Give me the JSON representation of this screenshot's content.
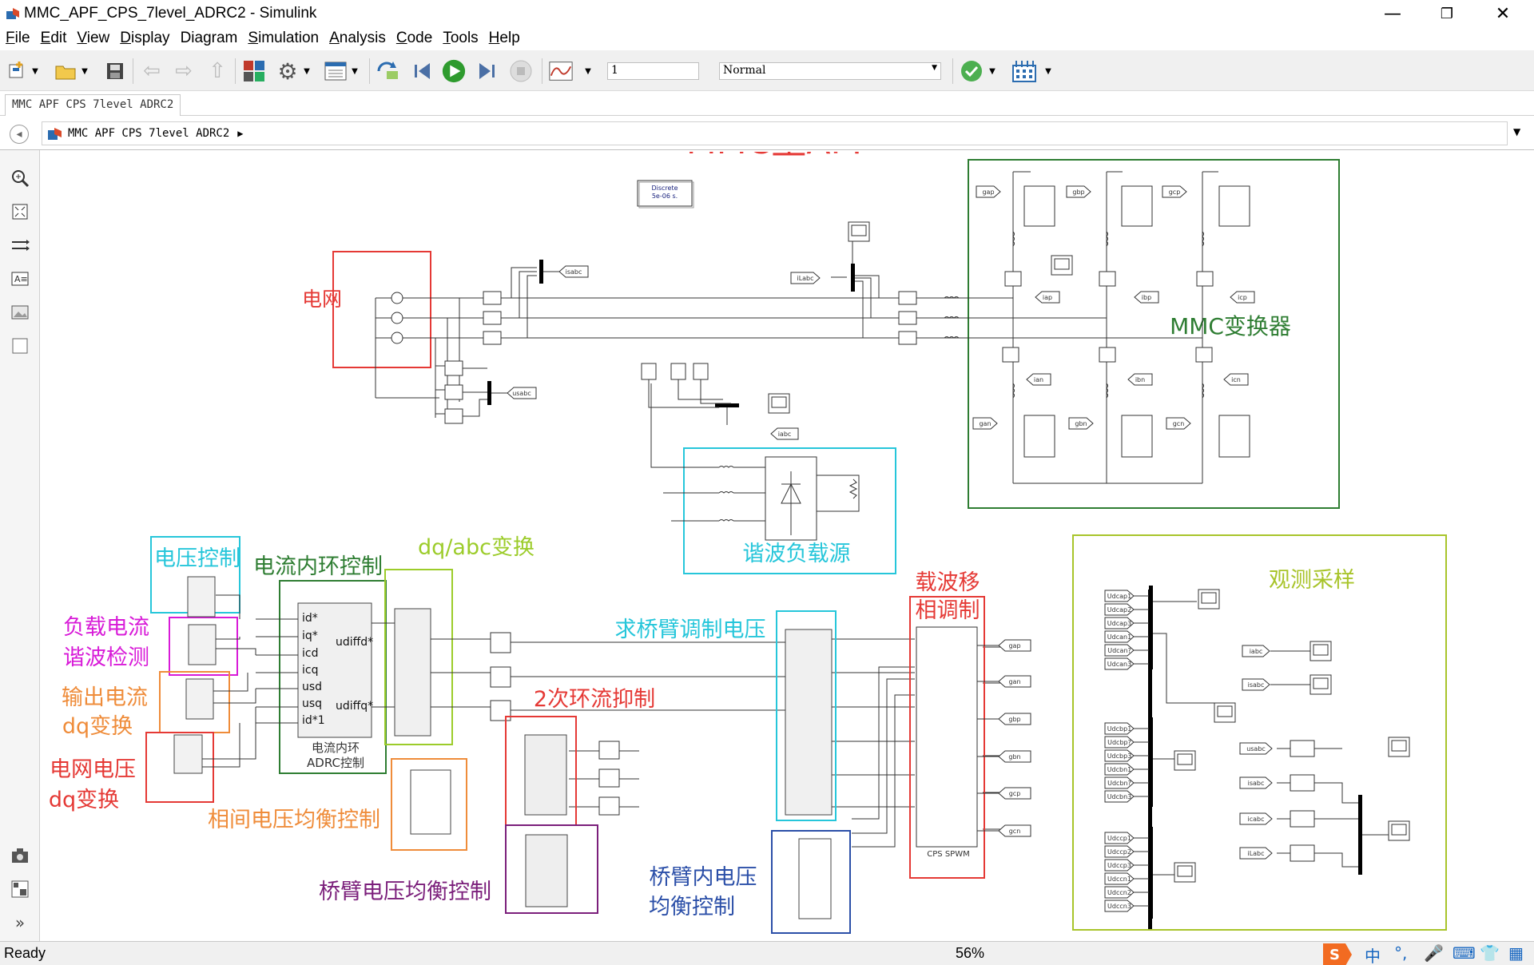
{
  "window": {
    "title": "MMC_APF_CPS_7level_ADRC2 - Simulink",
    "minimize": "—",
    "restore": "❐",
    "close": "✕"
  },
  "menu": [
    {
      "label": "File",
      "mnemonic": "F",
      "rest": "ile"
    },
    {
      "label": "Edit",
      "mnemonic": "E",
      "rest": "dit"
    },
    {
      "label": "View",
      "mnemonic": "V",
      "rest": "iew"
    },
    {
      "label": "Display",
      "mnemonic": "D",
      "rest": "isplay"
    },
    {
      "label": "Diagram",
      "mnemonic": "",
      "rest": "Diagram"
    },
    {
      "label": "Simulation",
      "mnemonic": "S",
      "rest": "imulation"
    },
    {
      "label": "Analysis",
      "mnemonic": "A",
      "rest": "nalysis"
    },
    {
      "label": "Code",
      "mnemonic": "C",
      "rest": "ode"
    },
    {
      "label": "Tools",
      "mnemonic": "T",
      "rest": "ools"
    },
    {
      "label": "Help",
      "mnemonic": "H",
      "rest": "elp"
    }
  ],
  "toolbar": {
    "stop_time": "1",
    "sim_mode": "Normal",
    "colors": {
      "run": "#2e9b2e",
      "check": "#4caf50"
    }
  },
  "tab": {
    "label": "MMC APF CPS 7level ADRC2"
  },
  "address": {
    "path": "MMC APF CPS 7level ADRC2"
  },
  "diagram": {
    "title": "MMC型APF",
    "powergui": {
      "line1": "Discrete",
      "line2": "5e-06 s."
    },
    "areas": {
      "grid": "电网",
      "mmc": "MMC变换器",
      "harmonic_load": "谐波负载源",
      "voltage_ctrl": "电压控制",
      "current_loop": "电流内环控制",
      "dqabc": "dq/abc变换",
      "load_harm_1": "负载电流",
      "load_harm_2": "谐波检测",
      "out_dq_1": "输出电流",
      "out_dq_2": "dq变换",
      "grid_dq_1": "电网电压",
      "grid_dq_2": "dq变换",
      "phase_bal": "相间电压均衡控制",
      "arm_bal": "桥臂电压均衡控制",
      "bridge_mod": "求桥臂调制电压",
      "circ": "2次环流抑制",
      "carrier_1": "载波移",
      "carrier_2": "相调制",
      "inner_bal_1": "桥臂内电压",
      "inner_bal_2": "均衡控制",
      "obs": "观测采样"
    },
    "adrc_ports_in": [
      "id*",
      "iq*",
      "icd",
      "icq",
      "usd",
      "usq",
      "id*1"
    ],
    "adrc_ports_out": [
      "udiffd*",
      "udiffq*"
    ],
    "adrc_caption_1": "电流内环",
    "adrc_caption_2": "ADRC控制",
    "cps_caption": "CPS SPWM",
    "goto_tags": {
      "gap": "gap",
      "gbp": "gbp",
      "gcp": "gcp",
      "gan": "gan",
      "gbn": "gbn",
      "gcn": "gcn",
      "iap": "iap",
      "ibp": "ibp",
      "icp": "icp",
      "ian": "ian",
      "ibn": "ibn",
      "icn": "icn",
      "isabc": "isabc",
      "iLabc": "iLabc",
      "usabc": "usabc",
      "iabc": "iabc"
    },
    "cps_outputs": [
      "gap",
      "gan",
      "gbp",
      "gbn",
      "gcp",
      "gcn"
    ],
    "obs_tags_1": [
      "Udcap1",
      "Udcap2",
      "Udcap3",
      "Udcan1",
      "Udcan?",
      "Udcan3"
    ],
    "obs_tags_2": [
      "Udcbp1",
      "Udcbp?",
      "Udcbp3",
      "Udcbn1",
      "Udcbn?",
      "Udcbn3"
    ],
    "obs_tags_3": [
      "Udccp1",
      "Udccp2",
      "Udccp3",
      "Udccn1",
      "Udccn2",
      "Udccn3"
    ],
    "obs_goto_mid": [
      "iabc",
      "isabc"
    ],
    "obs_goto_right": [
      "usabc",
      "isabc",
      "icabc",
      "iLabc"
    ]
  },
  "status": {
    "ready": "Ready",
    "zoom": "56%"
  },
  "ime": {
    "lang": "中"
  }
}
